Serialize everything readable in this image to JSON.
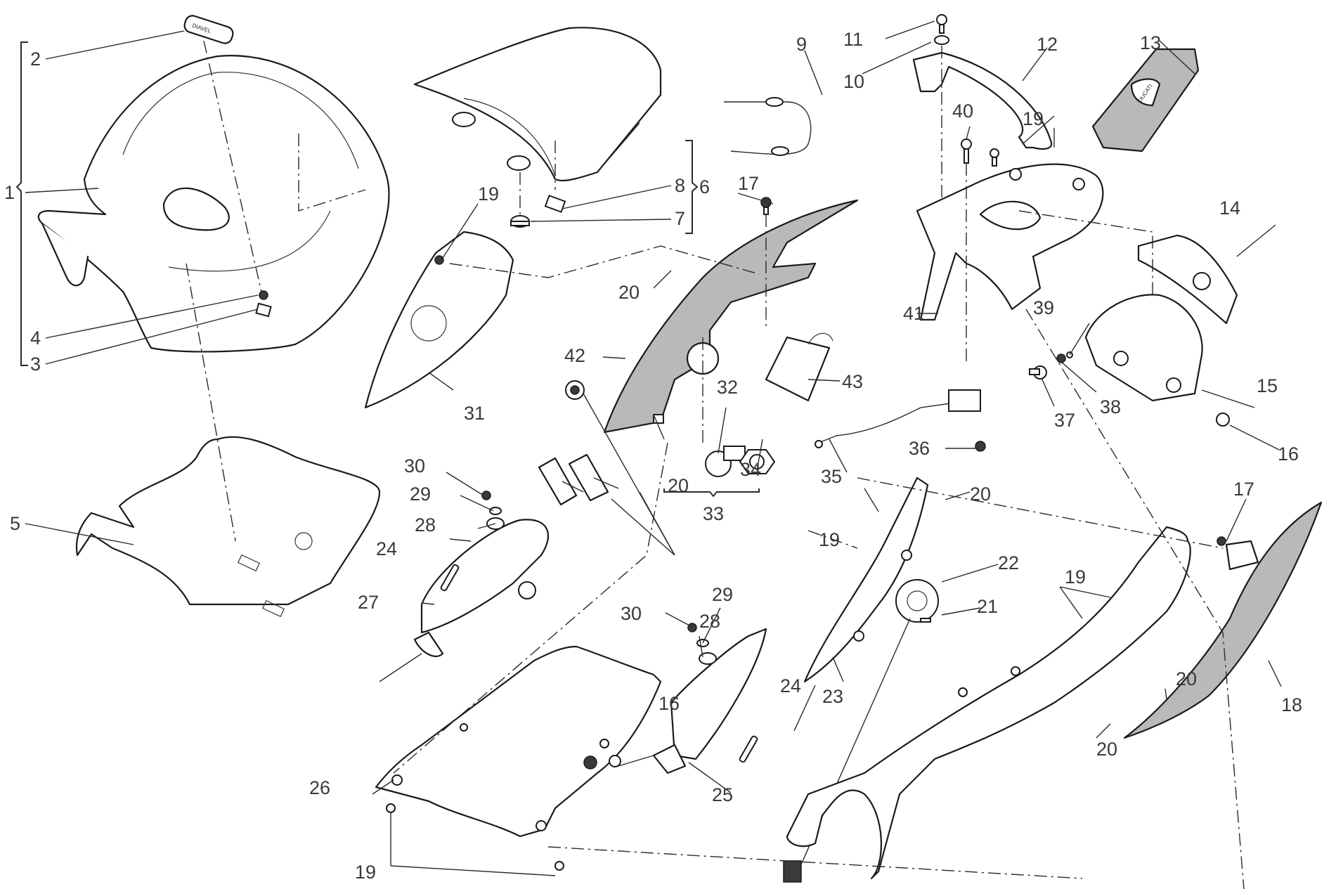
{
  "diagram": {
    "title": "Ducati rear seat and tail assembly exploded parts diagram",
    "brand_logo_text": "DUCATI",
    "badge_text": "DIAVEL",
    "colors": {
      "line": "#1a1a1a",
      "shaded_part": "#b9b9b9",
      "label": "#3a3a3a",
      "background": "#ffffff"
    },
    "callouts": [
      {
        "id": "c1",
        "label": "1"
      },
      {
        "id": "c2",
        "label": "2"
      },
      {
        "id": "c3",
        "label": "3"
      },
      {
        "id": "c4",
        "label": "4"
      },
      {
        "id": "c5",
        "label": "5"
      },
      {
        "id": "c6",
        "label": "6"
      },
      {
        "id": "c7",
        "label": "7"
      },
      {
        "id": "c8",
        "label": "8"
      },
      {
        "id": "c9",
        "label": "9"
      },
      {
        "id": "c10",
        "label": "10"
      },
      {
        "id": "c11",
        "label": "11"
      },
      {
        "id": "c12",
        "label": "12"
      },
      {
        "id": "c13",
        "label": "13"
      },
      {
        "id": "c14",
        "label": "14"
      },
      {
        "id": "c15",
        "label": "15"
      },
      {
        "id": "c16a",
        "label": "16"
      },
      {
        "id": "c16b",
        "label": "16"
      },
      {
        "id": "c17a",
        "label": "17"
      },
      {
        "id": "c17b",
        "label": "17"
      },
      {
        "id": "c18",
        "label": "18"
      },
      {
        "id": "c19a",
        "label": "19"
      },
      {
        "id": "c19b",
        "label": "19"
      },
      {
        "id": "c19c",
        "label": "19"
      },
      {
        "id": "c19d",
        "label": "19"
      },
      {
        "id": "c19e",
        "label": "19"
      },
      {
        "id": "c20a",
        "label": "20"
      },
      {
        "id": "c20b",
        "label": "20"
      },
      {
        "id": "c20c",
        "label": "20"
      },
      {
        "id": "c20d",
        "label": "20"
      },
      {
        "id": "c20e",
        "label": "20"
      },
      {
        "id": "c21",
        "label": "21"
      },
      {
        "id": "c22",
        "label": "22"
      },
      {
        "id": "c23",
        "label": "23"
      },
      {
        "id": "c24a",
        "label": "24"
      },
      {
        "id": "c24b",
        "label": "24"
      },
      {
        "id": "c25",
        "label": "25"
      },
      {
        "id": "c26",
        "label": "26"
      },
      {
        "id": "c27",
        "label": "27"
      },
      {
        "id": "c28a",
        "label": "28"
      },
      {
        "id": "c28b",
        "label": "28"
      },
      {
        "id": "c29a",
        "label": "29"
      },
      {
        "id": "c29b",
        "label": "29"
      },
      {
        "id": "c30a",
        "label": "30"
      },
      {
        "id": "c30b",
        "label": "30"
      },
      {
        "id": "c31",
        "label": "31"
      },
      {
        "id": "c32",
        "label": "32"
      },
      {
        "id": "c33",
        "label": "33"
      },
      {
        "id": "c34",
        "label": "34"
      },
      {
        "id": "c35",
        "label": "35"
      },
      {
        "id": "c36",
        "label": "36"
      },
      {
        "id": "c37",
        "label": "37"
      },
      {
        "id": "c38",
        "label": "38"
      },
      {
        "id": "c39",
        "label": "39"
      },
      {
        "id": "c40",
        "label": "40"
      },
      {
        "id": "c41",
        "label": "41"
      },
      {
        "id": "c42",
        "label": "42"
      },
      {
        "id": "c43",
        "label": "43"
      }
    ]
  }
}
